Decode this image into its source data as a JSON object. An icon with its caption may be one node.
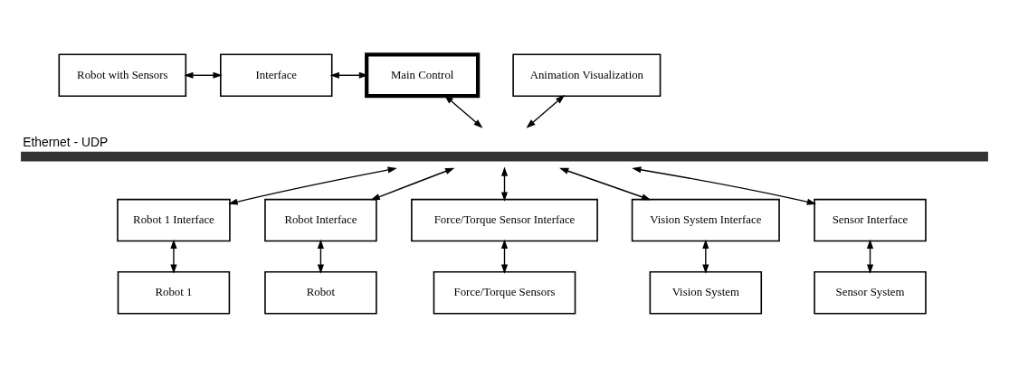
{
  "diagram": {
    "nodes": [
      {
        "text": [
          "Robot with Sensors"
        ]
      },
      {
        "text": [
          "Interface"
        ]
      },
      {
        "text": [
          "Main Control"
        ]
      },
      {
        "text": [
          "Animation Visualization"
        ]
      },
      {
        "text": [
          "Ethernet - UDP"
        ]
      },
      {
        "text": [
          "Robot 1 Interface"
        ]
      },
      {
        "text": [
          "Robot Interface"
        ]
      },
      {
        "text": [
          "Force/Torque Sensor Interface"
        ]
      },
      {
        "text": [
          "Vision System Interface"
        ]
      },
      {
        "text": [
          "Sensor Interface"
        ]
      },
      {
        "text": [
          "Robot 1"
        ]
      },
      {
        "text": [
          "Robot"
        ]
      },
      {
        "text": [
          "Force/Torque Sensors"
        ]
      },
      {
        "text": [
          "Vision System"
        ]
      },
      {
        "text": [
          "Sensor System"
        ]
      }
    ],
    "edges": [
      {
        "from": 0,
        "to": 1,
        "arrow": "both"
      },
      {
        "from": 1,
        "to": 2,
        "arrow": "both"
      },
      {
        "from": 2,
        "to": 4,
        "arrow": "both"
      },
      {
        "from": 3,
        "to": 4,
        "arrow": "both"
      },
      {
        "from": 4,
        "to": 5,
        "arrow": "both"
      },
      {
        "from": 4,
        "to": 6,
        "arrow": "both"
      },
      {
        "from": 4,
        "to": 7,
        "arrow": "both"
      },
      {
        "from": 4,
        "to": 8,
        "arrow": "both"
      },
      {
        "from": 4,
        "to": 9,
        "arrow": "both"
      },
      {
        "from": 5,
        "to": 10,
        "arrow": "both"
      },
      {
        "from": 6,
        "to": 11,
        "arrow": "both"
      },
      {
        "from": 7,
        "to": 12,
        "arrow": "both"
      },
      {
        "from": 8,
        "to": 13,
        "arrow": "both"
      },
      {
        "from": 9,
        "to": 14,
        "arrow": "both"
      }
    ]
  }
}
